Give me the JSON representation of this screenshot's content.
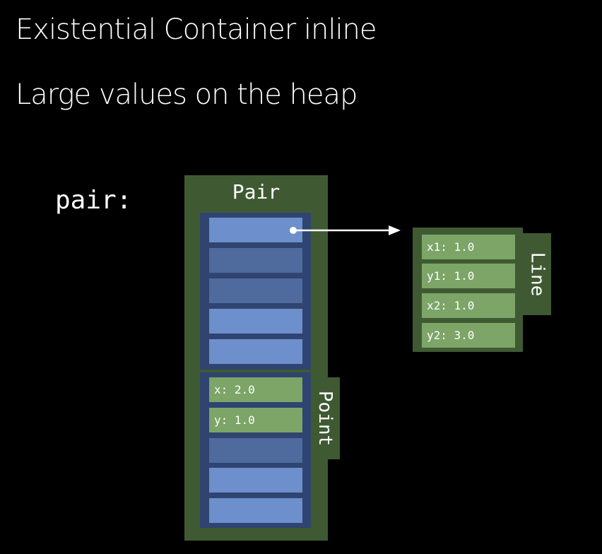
{
  "slide": {
    "title_line1": "Existential Container inline",
    "title_line2": "Large values on the heap",
    "variable_label": "pair:"
  },
  "pair_box": {
    "label": "Pair"
  },
  "point_box": {
    "label": "Point",
    "fields": [
      "x: 2.0",
      "y: 1.0"
    ]
  },
  "line_box": {
    "label": "Line",
    "fields": [
      "x1: 1.0",
      "y1: 1.0",
      "x2: 1.0",
      "y2: 3.0"
    ]
  },
  "colors": {
    "background": "#000000",
    "container_green": "#3f5a32",
    "field_green": "#7ca567",
    "slot_light_blue": "#6d8fcb",
    "slot_dark_blue": "#4f6a9c",
    "inner_navy": "#2f4470",
    "text": "#ffffff"
  }
}
